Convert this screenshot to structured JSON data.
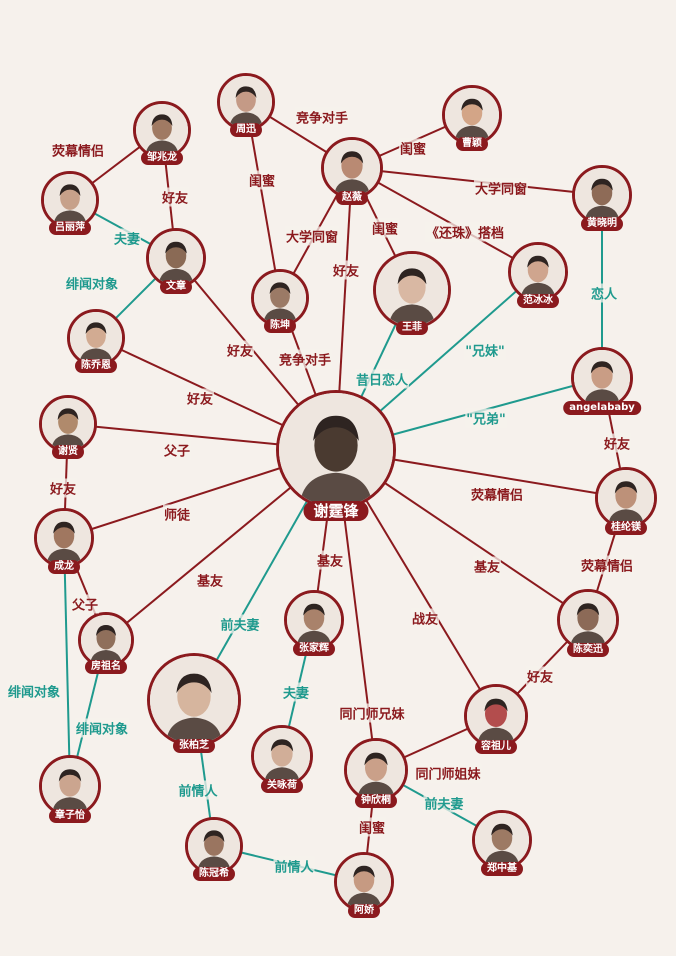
{
  "colors": {
    "red": "#8b1a1e",
    "teal": "#1f9a8e",
    "background": "#f6f1ec"
  },
  "nodes": [
    {
      "id": "xtf",
      "name": "谢霆锋",
      "center": true
    },
    {
      "id": "zhouxun",
      "name": "周迅"
    },
    {
      "id": "caoying",
      "name": "曹颖"
    },
    {
      "id": "zhaowei",
      "name": "赵薇"
    },
    {
      "id": "huangxiaoming",
      "name": "黄晓明"
    },
    {
      "id": "guodachao",
      "name": "邹兆龙"
    },
    {
      "id": "lvliping",
      "name": "吕丽萍"
    },
    {
      "id": "wenzhang",
      "name": "文章"
    },
    {
      "id": "chenkun",
      "name": "陈坤"
    },
    {
      "id": "wangfei",
      "name": "王菲"
    },
    {
      "id": "fanbingbing",
      "name": "范冰冰"
    },
    {
      "id": "chenqiaoen",
      "name": "陈乔恩"
    },
    {
      "id": "angelababy",
      "name": "angelababy"
    },
    {
      "id": "xiexian",
      "name": "谢贤"
    },
    {
      "id": "jackie",
      "name": "成龙"
    },
    {
      "id": "guilunmei",
      "name": "桂纶镁"
    },
    {
      "id": "fangzuming",
      "name": "房祖名"
    },
    {
      "id": "zhangbaizhi",
      "name": "张柏芝"
    },
    {
      "id": "zhangjiahui",
      "name": "张家辉"
    },
    {
      "id": "chenyixun",
      "name": "陈奕迅"
    },
    {
      "id": "rongzuer",
      "name": "容祖儿"
    },
    {
      "id": "guanzhilin",
      "name": "关咏荷"
    },
    {
      "id": "gillian",
      "name": "钟欣桐"
    },
    {
      "id": "zhangziyi",
      "name": "章子怡"
    },
    {
      "id": "chenguanxi",
      "name": "陈冠希"
    },
    {
      "id": "acuijie",
      "name": "阿娇"
    },
    {
      "id": "zhengzhongji",
      "name": "郑中基"
    }
  ],
  "edges": [
    {
      "label": "竞争对手",
      "color": "red"
    },
    {
      "label": "闺蜜",
      "color": "red"
    },
    {
      "label": "闺蜜",
      "color": "red"
    },
    {
      "label": "大学同窗",
      "color": "red"
    },
    {
      "label": "大学同窗",
      "color": "red"
    },
    {
      "label": "闺蜜",
      "color": "red"
    },
    {
      "label": "《还珠》搭档",
      "color": "red"
    },
    {
      "label": "好友",
      "color": "red"
    },
    {
      "label": "荧幕情侣",
      "color": "red"
    },
    {
      "label": "好友",
      "color": "red"
    },
    {
      "label": "夫妻",
      "color": "teal"
    },
    {
      "label": "绯闻对象",
      "color": "teal"
    },
    {
      "label": "好友",
      "color": "red"
    },
    {
      "label": "竞争对手",
      "color": "red"
    },
    {
      "label": "昔日恋人",
      "color": "teal"
    },
    {
      "label": "\"兄妹\"",
      "color": "teal"
    },
    {
      "label": "恋人",
      "color": "teal"
    },
    {
      "label": "\"兄弟\"",
      "color": "teal"
    },
    {
      "label": "好友",
      "color": "red"
    },
    {
      "label": "好友",
      "color": "red"
    },
    {
      "label": "父子",
      "color": "red"
    },
    {
      "label": "好友",
      "color": "red"
    },
    {
      "label": "荧幕情侣",
      "color": "red"
    },
    {
      "label": "师徒",
      "color": "red"
    },
    {
      "label": "荧幕情侣",
      "color": "red"
    },
    {
      "label": "基友",
      "color": "red"
    },
    {
      "label": "基友",
      "color": "red"
    },
    {
      "label": "父子",
      "color": "red"
    },
    {
      "label": "基友",
      "color": "red"
    },
    {
      "label": "前夫妻",
      "color": "teal"
    },
    {
      "label": "战友",
      "color": "red"
    },
    {
      "label": "好友",
      "color": "red"
    },
    {
      "label": "同门师兄妹",
      "color": "red"
    },
    {
      "label": "夫妻",
      "color": "teal"
    },
    {
      "label": "同门师姐妹",
      "color": "red"
    },
    {
      "label": "前夫妻",
      "color": "teal"
    },
    {
      "label": "闺蜜",
      "color": "red"
    },
    {
      "label": "绯闻对象",
      "color": "teal"
    },
    {
      "label": "绯闻对象",
      "color": "teal"
    },
    {
      "label": "前情人",
      "color": "teal"
    },
    {
      "label": "前情人",
      "color": "teal"
    }
  ]
}
